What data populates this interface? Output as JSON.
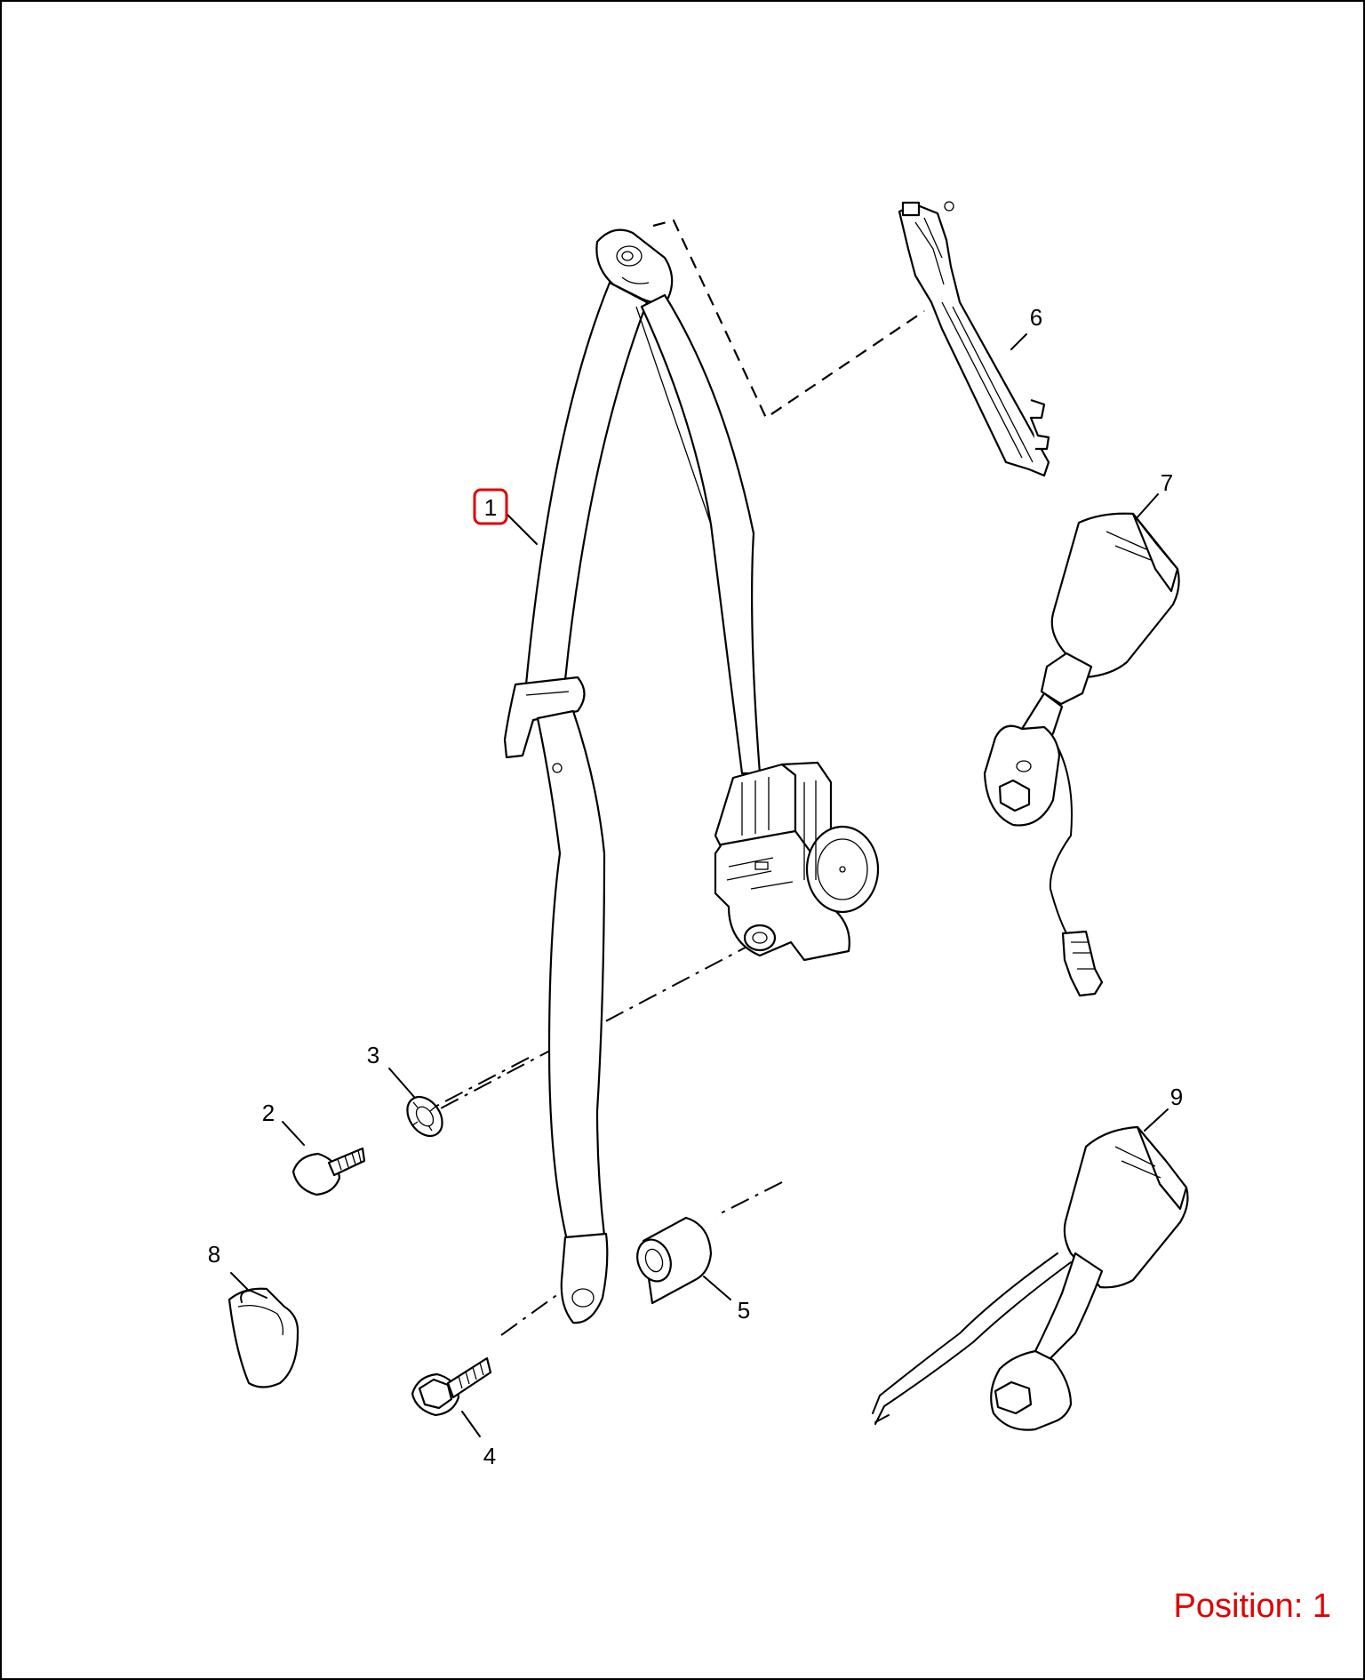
{
  "callouts": [
    "1",
    "2",
    "3",
    "4",
    "5",
    "6",
    "7",
    "8",
    "9"
  ],
  "position_label": "Position: 1",
  "colors": {
    "highlight": "#e00000",
    "line": "#000000",
    "background": "#ffffff"
  }
}
